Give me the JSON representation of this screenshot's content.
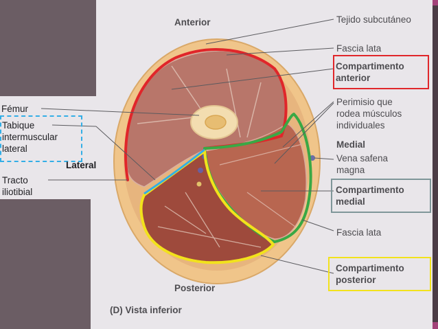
{
  "labels": {
    "anterior": "Anterior",
    "posterior": "Posterior",
    "lateral": "Lateral",
    "medial": "Medial",
    "tejido_subcutaneo": "Tejido subcutáneo",
    "fascia_lata_top": "Fascia lata",
    "compartimento_anterior": "Compartimento\nanterior",
    "perimisio": "Perimisio que\nrodea músculos\nindividuales",
    "vena_safena": "Vena safena\nmagna",
    "compartimento_medial": "Compartimento\nmedial",
    "fascia_lata_bottom": "Fascia lata",
    "compartimento_posterior": "Compartimento\nposterior",
    "femur": "Fémur",
    "tabique": "Tabique\nintermuscular\nlateral",
    "tracto": "Tracto\niliotibial",
    "caption": "(D) Vista inferior"
  },
  "colors": {
    "anterior": "#e0262a",
    "medial": "#3aa845",
    "posterior": "#f2e21c",
    "septum": "#33aee6"
  }
}
